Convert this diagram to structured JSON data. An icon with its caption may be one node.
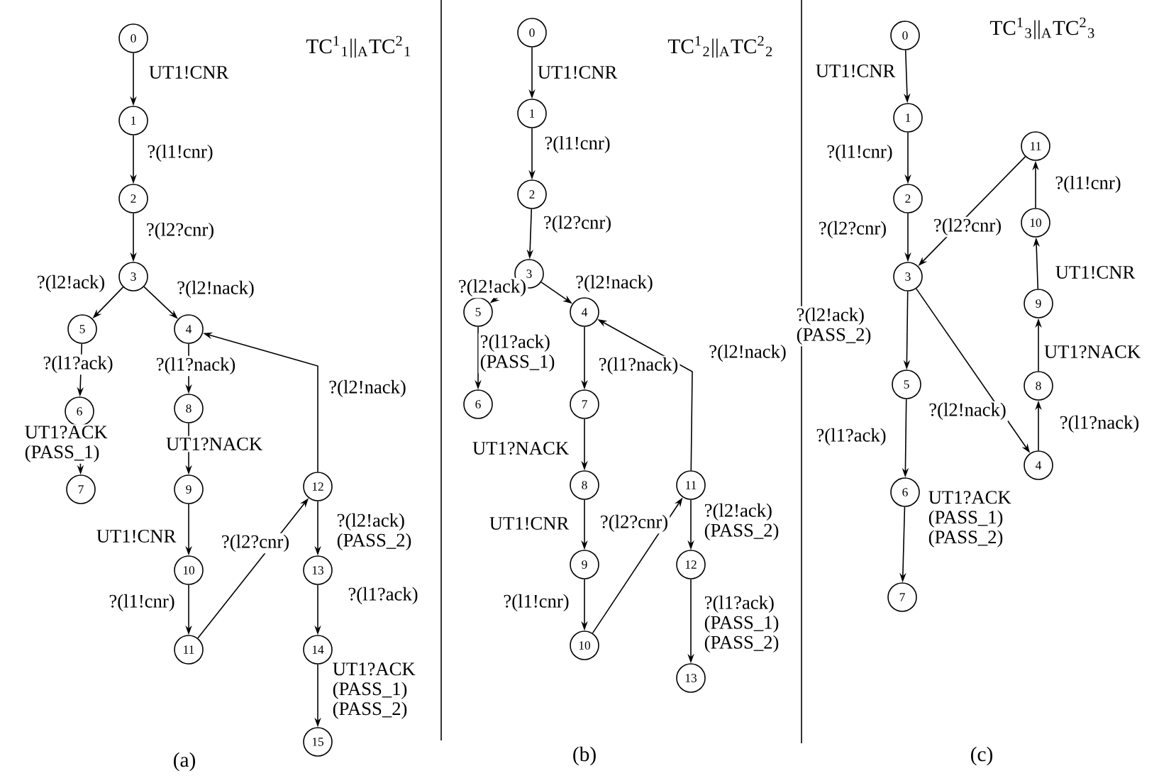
{
  "diagram": {
    "nodes": [
      {
        "text": [
          "0"
        ]
      },
      {
        "text": [
          "1"
        ]
      },
      {
        "text": [
          "2"
        ]
      },
      {
        "text": [
          "3"
        ]
      },
      {
        "text": [
          "4"
        ]
      },
      {
        "text": [
          "5"
        ]
      },
      {
        "text": [
          "6"
        ]
      },
      {
        "text": [
          "7"
        ]
      },
      {
        "text": [
          "8"
        ]
      },
      {
        "text": [
          "9"
        ]
      },
      {
        "text": [
          "10"
        ]
      },
      {
        "text": [
          "11"
        ]
      },
      {
        "text": [
          "12"
        ]
      },
      {
        "text": [
          "13"
        ]
      },
      {
        "text": [
          "14"
        ]
      },
      {
        "text": [
          "15"
        ]
      },
      {
        "text": [
          "0"
        ]
      },
      {
        "text": [
          "1"
        ]
      },
      {
        "text": [
          "2"
        ]
      },
      {
        "text": [
          "3"
        ]
      },
      {
        "text": [
          "4"
        ]
      },
      {
        "text": [
          "5"
        ]
      },
      {
        "text": [
          "6"
        ]
      },
      {
        "text": [
          "7"
        ]
      },
      {
        "text": [
          "8"
        ]
      },
      {
        "text": [
          "9"
        ]
      },
      {
        "text": [
          "10"
        ]
      },
      {
        "text": [
          "11"
        ]
      },
      {
        "text": [
          "12"
        ]
      },
      {
        "text": [
          "13"
        ]
      },
      {
        "text": [
          "0"
        ]
      },
      {
        "text": [
          "1"
        ]
      },
      {
        "text": [
          "2"
        ]
      },
      {
        "text": [
          "3"
        ]
      },
      {
        "text": [
          "4"
        ]
      },
      {
        "text": [
          "5"
        ]
      },
      {
        "text": [
          "6"
        ]
      },
      {
        "text": [
          "7"
        ]
      },
      {
        "text": [
          "8"
        ]
      },
      {
        "text": [
          "9"
        ]
      },
      {
        "text": [
          "10"
        ]
      },
      {
        "text": [
          "11"
        ]
      }
    ],
    "edges": [
      {
        "from": 0,
        "to": 1,
        "arrow": "to",
        "label": "UT1!CNR"
      },
      {
        "from": 1,
        "to": 2,
        "arrow": "to",
        "label": "?(l1!cnr)"
      },
      {
        "from": 2,
        "to": 3,
        "arrow": "to",
        "label": "?(l2?cnr)"
      },
      {
        "from": 3,
        "to": 5,
        "arrow": "to",
        "label": "?(l2!ack)"
      },
      {
        "from": 3,
        "to": 4,
        "arrow": "to",
        "label": "?(l2!nack)"
      },
      {
        "from": 5,
        "to": 6,
        "arrow": "to",
        "label": "?(l1?ack)"
      },
      {
        "from": 4,
        "to": 8,
        "arrow": "to",
        "label": "?(l1?nack)"
      },
      {
        "from": 6,
        "to": 7,
        "arrow": "to",
        "label": "UT1?ACK (PASS_1)"
      },
      {
        "from": 8,
        "to": 9,
        "arrow": "to",
        "label": "UT1?NACK"
      },
      {
        "from": 9,
        "to": 10,
        "arrow": "to",
        "label": "UT1!CNR"
      },
      {
        "from": 10,
        "to": 11,
        "arrow": "to",
        "label": "?(l1!cnr)"
      },
      {
        "from": 11,
        "to": 12,
        "arrow": "to",
        "label": "?(l2?cnr)"
      },
      {
        "from": 12,
        "to": 4,
        "arrow": "to",
        "label": "?(l2!nack)"
      },
      {
        "from": 12,
        "to": 13,
        "arrow": "to",
        "label": "?(l2!ack) (PASS_2)"
      },
      {
        "from": 13,
        "to": 14,
        "arrow": "to",
        "label": "?(l1?ack)"
      },
      {
        "from": 14,
        "to": 15,
        "arrow": "to",
        "label": "UT1?ACK (PASS_1) (PASS_2)"
      },
      {
        "from": 16,
        "to": 17,
        "arrow": "to",
        "label": "UT1!CNR"
      },
      {
        "from": 17,
        "to": 18,
        "arrow": "to",
        "label": "?(l1!cnr)"
      },
      {
        "from": 18,
        "to": 19,
        "arrow": "to",
        "label": "?(l2?cnr)"
      },
      {
        "from": 19,
        "to": 21,
        "arrow": "to",
        "label": "?(l2!ack)"
      },
      {
        "from": 19,
        "to": 20,
        "arrow": "to",
        "label": "?(l2!nack)"
      },
      {
        "from": 21,
        "to": 22,
        "arrow": "to",
        "label": "?(l1?ack) (PASS_1)"
      },
      {
        "from": 20,
        "to": 23,
        "arrow": "to",
        "label": "?(l1?nack)"
      },
      {
        "from": 23,
        "to": 24,
        "arrow": "to",
        "label": "UT1?NACK"
      },
      {
        "from": 24,
        "to": 25,
        "arrow": "to",
        "label": "UT1!CNR"
      },
      {
        "from": 25,
        "to": 26,
        "arrow": "to",
        "label": "?(l1!cnr)"
      },
      {
        "from": 26,
        "to": 27,
        "arrow": "to",
        "label": "?(l2?cnr)"
      },
      {
        "from": 27,
        "to": 20,
        "arrow": "to",
        "label": "?(l2!nack)"
      },
      {
        "from": 27,
        "to": 28,
        "arrow": "to",
        "label": "?(l2!ack) (PASS_2)"
      },
      {
        "from": 28,
        "to": 29,
        "arrow": "to",
        "label": "?(l1?ack) (PASS_1) (PASS_2)"
      },
      {
        "from": 30,
        "to": 31,
        "arrow": "to",
        "label": "UT1!CNR"
      },
      {
        "from": 31,
        "to": 32,
        "arrow": "to",
        "label": "?(l1!cnr)"
      },
      {
        "from": 32,
        "to": 33,
        "arrow": "to",
        "label": "?(l2?cnr)"
      },
      {
        "from": 33,
        "to": 35,
        "arrow": "to",
        "label": "?(l2!ack) (PASS_2)"
      },
      {
        "from": 35,
        "to": 36,
        "arrow": "to",
        "label": "?(l1?ack)"
      },
      {
        "from": 36,
        "to": 37,
        "arrow": "to",
        "label": "UT1?ACK (PASS_1) (PASS_2)"
      },
      {
        "from": 33,
        "to": 34,
        "arrow": "to",
        "label": "?(l2!nack)"
      },
      {
        "from": 34,
        "to": 38,
        "arrow": "to",
        "label": "?(l1?nack)"
      },
      {
        "from": 38,
        "to": 39,
        "arrow": "to",
        "label": "UT1?NACK"
      },
      {
        "from": 39,
        "to": 40,
        "arrow": "to",
        "label": "UT1!CNR"
      },
      {
        "from": 40,
        "to": 41,
        "arrow": "to",
        "label": "?(l1!cnr)"
      },
      {
        "from": 41,
        "to": 33,
        "arrow": "to",
        "label": "?(l2?cnr)"
      }
    ],
    "labels": [
      "TC$^{1}$$_{1}$||$_{A}$TC$^{2}$$_{1}$",
      "TC$^{1}$$_{2}$||$_{A}$TC$^{2}$$_{2}$",
      "TC$^{1}$$_{3}$||$_{A}$TC$^{2}$$_{3}$",
      "(a)",
      "(b)",
      "(c)"
    ]
  }
}
